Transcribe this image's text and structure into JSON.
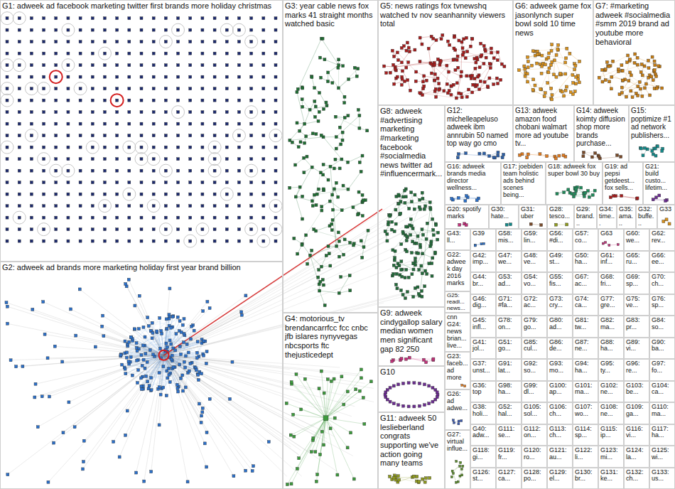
{
  "diagram": {
    "nodes": [
      {
        "text": [
          "G1: adweek ad facebook marketing twitter first brands more holiday christmas"
        ]
      },
      {
        "text": [
          "G2: adweek ad brands more marketing holiday first year brand billion"
        ]
      },
      {
        "text": [
          "G3: year cable news fox marks 41 straight months watched basic"
        ]
      },
      {
        "text": [
          "G4: motorious_tv brendancarrfcc fcc cnbc jfb islares nynyvegas nbcsports ftc thejusticedept"
        ]
      },
      {
        "text": [
          "G5: news ratings fox tvnewshq watched tv nov seanhannity viewers total"
        ]
      },
      {
        "text": [
          "G6: adweek game fox jasonlynch super bowl sold 10 time news"
        ]
      },
      {
        "text": [
          "G7: #marketing adweek #socialmedia #smm 2019 brand ad youtube more behavioral"
        ]
      },
      {
        "text": [
          "G8: adweek #advertising marketing #marketing facebook #socialmedia news twitter ad #influencermark..."
        ]
      },
      {
        "text": [
          "G12: michelleapeluso adweek ibm annrubin 50 named top way go cmo"
        ]
      },
      {
        "text": [
          "G13: adweek amazon food chobani walmart more ad youtube tv..."
        ]
      },
      {
        "text": [
          "G14: adweek koimty diffusion shop more brands purchase..."
        ]
      },
      {
        "text": [
          "G15: poptimize #1 ad network publishers..."
        ]
      },
      {
        "text": [
          "G16: adweek brands media director wellness..."
        ]
      },
      {
        "text": [
          "G17: joebiden team holistic ads behind scenes being..."
        ]
      },
      {
        "text": [
          "G18: adweek fox super bowl 30 buy"
        ]
      },
      {
        "text": [
          "G19: ad pepsi getdeest... fox sells..."
        ]
      },
      {
        "text": [
          "G21: build custo... lifetim..."
        ]
      },
      {
        "text": [
          "G20: spotify marks"
        ]
      },
      {
        "text": [
          "G30: hate..."
        ]
      },
      {
        "text": [
          "G31: uber"
        ]
      },
      {
        "text": [
          "G28: tesco..."
        ]
      },
      {
        "text": [
          "G29: brand..."
        ]
      },
      {
        "text": [
          "G34: time..."
        ]
      },
      {
        "text": [
          "G35: ama..."
        ]
      },
      {
        "text": [
          "G32: buffe..."
        ]
      },
      {
        "text": [
          "G33"
        ]
      },
      {
        "text": [
          "G9: adweek cindygallop salary median women men significant gap 82 250"
        ]
      },
      {
        "text": [
          "G10"
        ]
      },
      {
        "text": [
          "G11: adweek 50 leslieberland congrats supporting we've action going many teams"
        ]
      },
      {
        "text": [
          "G43: ll..."
        ]
      },
      {
        "text": [
          "G22: adweek day 2016 marks"
        ]
      },
      {
        "text": [
          "G25: readi... news..."
        ]
      },
      {
        "text": [
          "cnn",
          "G24: news brian... live..."
        ]
      },
      {
        "text": [
          "G23: faceb... ad more"
        ]
      },
      {
        "text": [
          "G26: ad adwe..."
        ]
      },
      {
        "text": [
          "G27: virtual influe..."
        ]
      },
      {
        "text": [
          "G39"
        ]
      },
      {
        "text": [
          "G58: mis..."
        ]
      },
      {
        "text": [
          "G59: lin..."
        ]
      },
      {
        "text": [
          "G56: #di..."
        ]
      },
      {
        "text": [
          "G57: co..."
        ]
      },
      {
        "text": [
          "G63"
        ]
      },
      {
        "text": [
          "G60: we..."
        ]
      },
      {
        "text": [
          "G62: rev..."
        ]
      },
      {
        "text": [
          "G42: imp..."
        ]
      },
      {
        "text": [
          "G47: we..."
        ]
      },
      {
        "text": [
          "G48: ve..."
        ]
      },
      {
        "text": [
          "G49: st..."
        ]
      },
      {
        "text": [
          "G50: ha..."
        ]
      },
      {
        "text": [
          "G61: inf..."
        ]
      },
      {
        "text": [
          "G65: ru..."
        ]
      },
      {
        "text": [
          "G66: ee..."
        ]
      },
      {
        "text": [
          "G44: br..."
        ]
      },
      {
        "text": [
          "G53: ad..."
        ]
      },
      {
        "text": [
          "G54: vo..."
        ]
      },
      {
        "text": [
          "G55: fis..."
        ]
      },
      {
        "text": [
          "G67: ac..."
        ]
      },
      {
        "text": [
          "G68: fri..."
        ]
      },
      {
        "text": [
          "G69: sp..."
        ]
      },
      {
        "text": [
          "G70: ch..."
        ]
      },
      {
        "text": [
          "G46: dig..."
        ]
      },
      {
        "text": [
          "G71: #fa..."
        ]
      },
      {
        "text": [
          "G72: ac..."
        ]
      },
      {
        "text": [
          "G73: cry..."
        ]
      },
      {
        "text": [
          "G74: ca..."
        ]
      },
      {
        "text": [
          "G77: gre..."
        ]
      },
      {
        "text": [
          "G75: ve..."
        ]
      },
      {
        "text": [
          "G76: sp..."
        ]
      },
      {
        "text": [
          "G45: infl..."
        ]
      },
      {
        "text": [
          "G78: on..."
        ]
      },
      {
        "text": [
          "G79: go..."
        ]
      },
      {
        "text": [
          "G80: ad..."
        ]
      },
      {
        "text": [
          "G81: tw..."
        ]
      },
      {
        "text": [
          "G82: ma..."
        ]
      },
      {
        "text": [
          "G83: pr..."
        ]
      },
      {
        "text": [
          "G84: so..."
        ]
      },
      {
        "text": [
          "G41: jol..."
        ]
      },
      {
        "text": [
          "G51: go..."
        ]
      },
      {
        "text": [
          "G85: cul..."
        ]
      },
      {
        "text": [
          "G86: de..."
        ]
      },
      {
        "text": [
          "G87: ne..."
        ]
      },
      {
        "text": [
          "G88: ha..."
        ]
      },
      {
        "text": [
          "G89: vi..."
        ]
      },
      {
        "text": [
          "G90: ba..."
        ]
      },
      {
        "text": [
          "G37: unst..."
        ]
      },
      {
        "text": [
          "G91: lat..."
        ]
      },
      {
        "text": [
          "G92: so..."
        ]
      },
      {
        "text": [
          "G93: mo..."
        ]
      },
      {
        "text": [
          "G94: ha..."
        ]
      },
      {
        "text": [
          "G95: ty..."
        ]
      },
      {
        "text": [
          "G96: re..."
        ]
      },
      {
        "text": [
          "G97: fo..."
        ]
      },
      {
        "text": [
          "G36: top"
        ]
      },
      {
        "text": [
          "G98: ha..."
        ]
      },
      {
        "text": [
          "G99: dl..."
        ]
      },
      {
        "text": [
          "G100: ap..."
        ]
      },
      {
        "text": [
          "G101: ma..."
        ]
      },
      {
        "text": [
          "G102: ne..."
        ]
      },
      {
        "text": [
          "G103: be..."
        ]
      },
      {
        "text": [
          "G104: ca..."
        ]
      },
      {
        "text": [
          "G38: holi..."
        ]
      },
      {
        "text": [
          "G52: hal..."
        ]
      },
      {
        "text": [
          "G105: sol..."
        ]
      },
      {
        "text": [
          "G106: ch..."
        ]
      },
      {
        "text": [
          "G107: wo..."
        ]
      },
      {
        "text": [
          "G108: ne..."
        ]
      },
      {
        "text": [
          "G109: ga..."
        ]
      },
      {
        "text": [
          "G110: ma..."
        ]
      },
      {
        "text": [
          "G40: adw..."
        ]
      },
      {
        "text": [
          "G111: se..."
        ]
      },
      {
        "text": [
          "G112: on..."
        ]
      },
      {
        "text": [
          "G113: ch..."
        ]
      },
      {
        "text": [
          "G114: sp..."
        ]
      },
      {
        "text": [
          "G115: ip..."
        ]
      },
      {
        "text": [
          "G116: vi..."
        ]
      },
      {
        "text": [
          "G117: ha..."
        ]
      },
      {
        "text": [
          "G118: gi..."
        ]
      },
      {
        "text": [
          "G119: fr..."
        ]
      },
      {
        "text": [
          "G120: ro..."
        ]
      },
      {
        "text": [
          "G121: au..."
        ]
      },
      {
        "text": [
          "G122: li..."
        ]
      },
      {
        "text": [
          "G123: mi..."
        ]
      },
      {
        "text": [
          "G124: la..."
        ]
      },
      {
        "text": [
          "G125: wi..."
        ]
      },
      {
        "text": [
          "G126: st..."
        ]
      },
      {
        "text": [
          "G127: ca..."
        ]
      },
      {
        "text": [
          "G128: po..."
        ]
      },
      {
        "text": [
          "G129: el..."
        ]
      },
      {
        "text": [
          "G130: br..."
        ]
      },
      {
        "text": [
          "G131: ke..."
        ]
      },
      {
        "text": [
          "G132: ch..."
        ]
      },
      {
        "text": [
          "G133: us..."
        ]
      }
    ]
  }
}
